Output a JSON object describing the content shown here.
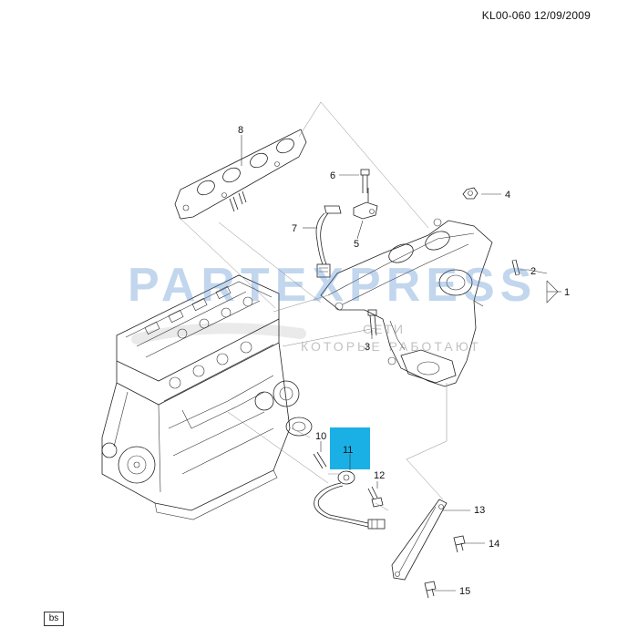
{
  "header": {
    "reference": "KL00-060 12/09/2009"
  },
  "footer": {
    "tag": "bs"
  },
  "watermark": {
    "brand": "PARTEXPRESS",
    "tagline_line1": "СЕТИ",
    "tagline_line2": "КОТОРЫЕ РАБОТАЮТ",
    "color": "#4682c8"
  },
  "highlight_color": "#1ab0e6",
  "parts": [
    {
      "id": "1",
      "label": "1"
    },
    {
      "id": "2",
      "label": "2"
    },
    {
      "id": "3",
      "label": "3"
    },
    {
      "id": "4",
      "label": "4"
    },
    {
      "id": "5",
      "label": "5"
    },
    {
      "id": "6",
      "label": "6"
    },
    {
      "id": "7",
      "label": "7"
    },
    {
      "id": "8",
      "label": "8"
    },
    {
      "id": "10",
      "label": "10"
    },
    {
      "id": "11",
      "label": "11"
    },
    {
      "id": "12",
      "label": "12"
    },
    {
      "id": "13",
      "label": "13"
    },
    {
      "id": "14",
      "label": "14"
    },
    {
      "id": "15",
      "label": "15"
    }
  ]
}
